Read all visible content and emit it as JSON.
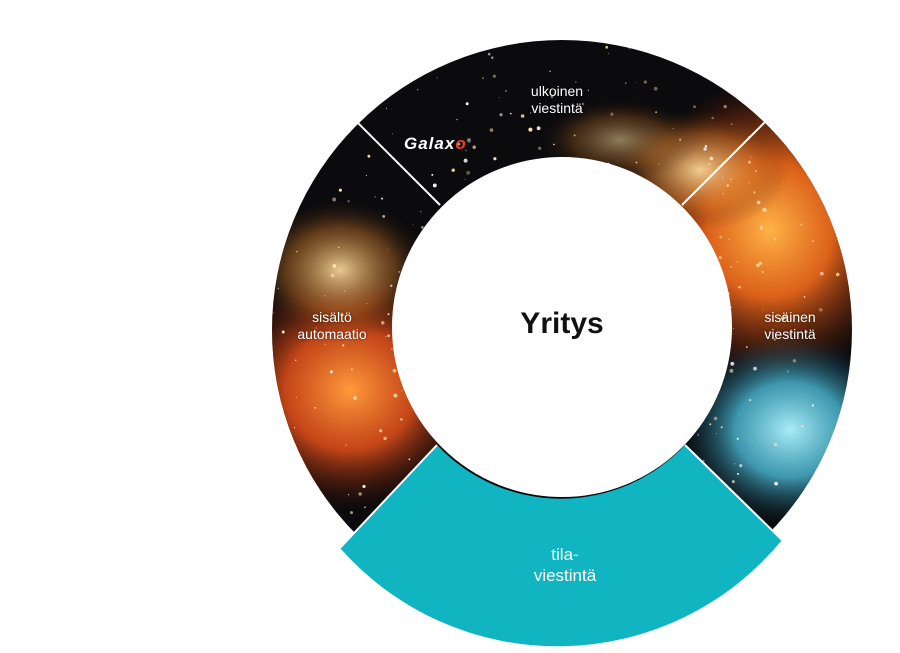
{
  "diagram": {
    "center": {
      "label": "Yritys"
    },
    "logo": {
      "text_main": "Galax",
      "text_last": "o",
      "mark": "®"
    },
    "segments": [
      {
        "id": "top",
        "lines": [
          "ulkoinen",
          "viestintä"
        ]
      },
      {
        "id": "right",
        "lines": [
          "sisäinen",
          "viestintä"
        ]
      },
      {
        "id": "bottom",
        "lines": [
          "tila-",
          "viestintä"
        ]
      },
      {
        "id": "left",
        "lines": [
          "sisältö",
          "automaatio"
        ]
      }
    ],
    "colors": {
      "space_dark": "#0b0b0d",
      "orange": "#f26a1b",
      "cyan": "#5cc9e0",
      "teal_segment": "#11b4c1",
      "center_fill": "#ffffff",
      "center_text": "#111111"
    }
  }
}
